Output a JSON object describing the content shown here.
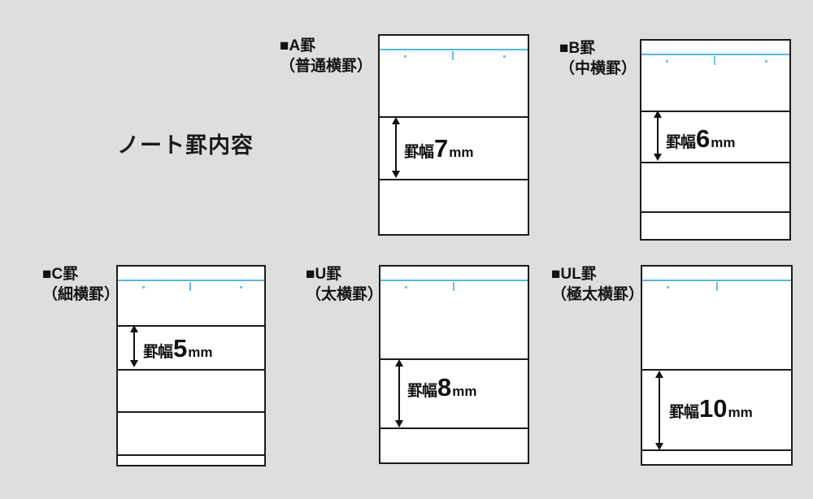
{
  "page": {
    "title": "ノート罫内容",
    "background_color": "#dededd",
    "rule_color": "#1c1c1c",
    "blue_line_color": "#5ab4e5",
    "paper_color": "#ffffff"
  },
  "samples": [
    {
      "id": "a-kei",
      "bullet": "■",
      "name": "A罫",
      "label_line1": "■A罫",
      "label_line2": "（普通横罫）",
      "dim_prefix": "罫幅",
      "dim_value": "7",
      "dim_unit": "mm",
      "rule_width_mm": 7,
      "row_count": 3
    },
    {
      "id": "b-kei",
      "bullet": "■",
      "name": "B罫",
      "label_line1": "■B罫",
      "label_line2": "（中横罫）",
      "dim_prefix": "罫幅",
      "dim_value": "6",
      "dim_unit": "mm",
      "rule_width_mm": 6,
      "row_count": 4
    },
    {
      "id": "c-kei",
      "bullet": "■",
      "name": "C罫",
      "label_line1": "■C罫",
      "label_line2": "（細横罫）",
      "dim_prefix": "罫幅",
      "dim_value": "5",
      "dim_unit": "mm",
      "rule_width_mm": 5,
      "row_count": 5
    },
    {
      "id": "u-kei",
      "bullet": "■",
      "name": "U罫",
      "label_line1": "■U罫",
      "label_line2": "（太横罫）",
      "dim_prefix": "罫幅",
      "dim_value": "8",
      "dim_unit": "mm",
      "rule_width_mm": 8,
      "row_count": 3
    },
    {
      "id": "ul-kei",
      "bullet": "■",
      "name": "UL罫",
      "label_line1": "■UL罫",
      "label_line2": "（極太横罫）",
      "dim_prefix": "罫幅",
      "dim_value": "10",
      "dim_unit": "mm",
      "rule_width_mm": 10,
      "row_count": 3
    }
  ]
}
